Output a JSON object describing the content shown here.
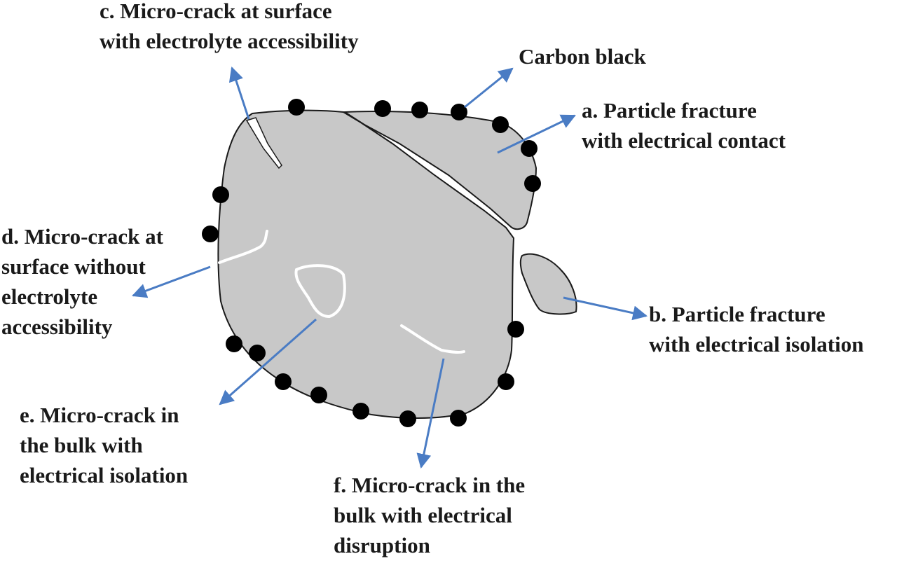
{
  "labels": {
    "carbon_black": "Carbon black",
    "a": [
      "a. Particle fracture",
      "with electrical contact"
    ],
    "b": [
      "b. Particle fracture",
      "with electrical isolation"
    ],
    "c": [
      "c. Micro-crack at surface",
      "with electrolyte accessibility"
    ],
    "d": [
      "d. Micro-crack at",
      "surface without",
      "electrolyte",
      "accessibility"
    ],
    "e": [
      "e. Micro-crack in",
      "the bulk with",
      "electrical isolation"
    ],
    "f": [
      "f. Micro-crack in the",
      "bulk with electrical",
      "disruption"
    ]
  },
  "colors": {
    "particle_fill": "#c8c8c8",
    "particle_outline": "#1a1a1a",
    "carbon_black": "#000000",
    "arrow": "#4a7cc4",
    "crack": "#ffffff"
  }
}
